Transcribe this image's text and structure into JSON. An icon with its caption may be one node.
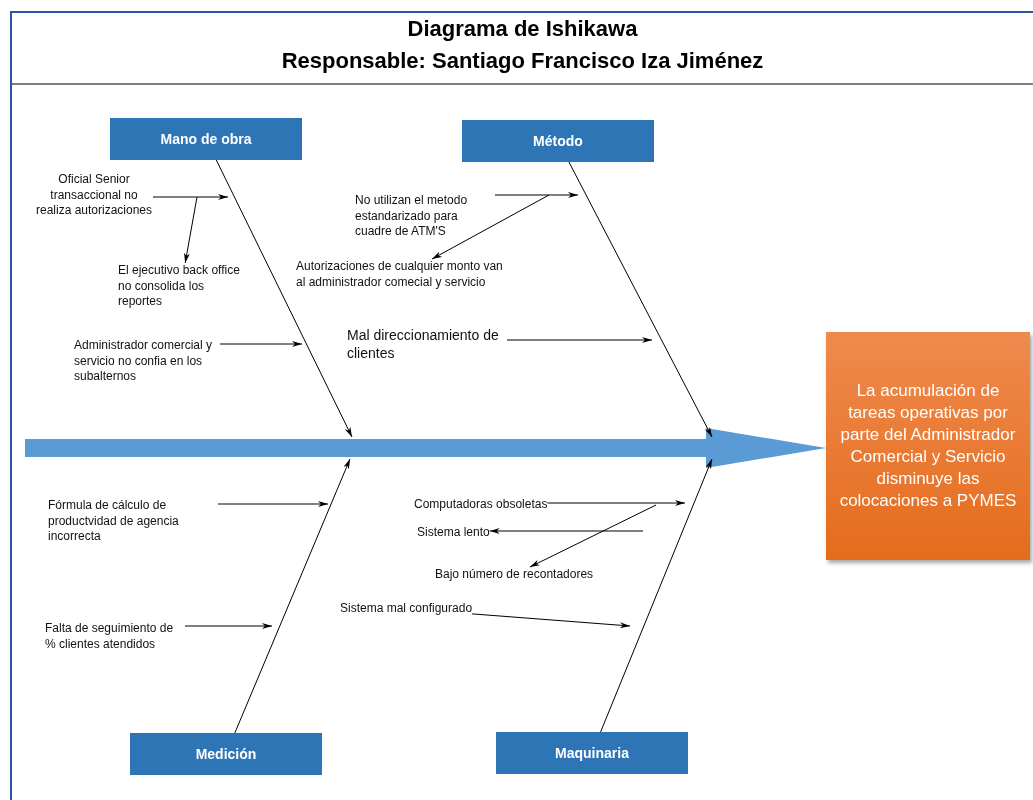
{
  "diagram": {
    "title": "Diagrama de Ishikawa",
    "labels": [
      "Responsable: Santiago Francisco Iza Jiménez"
    ],
    "nodes": [
      {
        "text": [
          "Mano de obra"
        ]
      },
      {
        "text": [
          "Método"
        ]
      },
      {
        "text": [
          "Medición"
        ]
      },
      {
        "text": [
          "Maquinaria"
        ]
      },
      {
        "text": [
          "La acumulación de tareas operativas por parte del Administrador Comercial y Servicio disminuye las colocaciones a PYMES"
        ]
      },
      {
        "text": [
          "Oficial Senior transaccional no realiza autorizaciones"
        ]
      },
      {
        "text": [
          "El ejecutivo back office no consolida los reportes"
        ]
      },
      {
        "text": [
          "Administrador comercial y servicio no confia en los subalternos"
        ]
      },
      {
        "text": [
          "No utilizan el metodo estandarizado para cuadre de ATM'S"
        ]
      },
      {
        "text": [
          "Autorizaciones de cualquier monto van al administrador comecial y servicio"
        ]
      },
      {
        "text": [
          "Mal direccionamiento de clientes"
        ]
      },
      {
        "text": [
          "Fórmula de cálculo de productvidad de agencia incorrecta"
        ]
      },
      {
        "text": [
          "Falta de seguimiento de % clientes atendidos"
        ]
      },
      {
        "text": [
          "Computadoras obsoletas"
        ]
      },
      {
        "text": [
          "Sistema lento"
        ]
      },
      {
        "text": [
          "Bajo número de recontadores"
        ]
      },
      {
        "text": [
          "Sistema mal configurado"
        ]
      }
    ],
    "edges": [
      {
        "from": null,
        "to": 4,
        "arrow": "to",
        "style": "thick",
        "color": "#5b9bd5"
      },
      {
        "from": 0,
        "to": null,
        "arrow": "to"
      },
      {
        "from": 1,
        "to": null,
        "arrow": "to"
      },
      {
        "from": 2,
        "to": null,
        "arrow": "to"
      },
      {
        "from": 3,
        "to": null,
        "arrow": "to"
      },
      {
        "from": 5,
        "to": null,
        "arrow": "to"
      },
      {
        "from": null,
        "to": 6,
        "arrow": "to"
      },
      {
        "from": 7,
        "to": null,
        "arrow": "to"
      },
      {
        "from": 8,
        "to": null,
        "arrow": "to"
      },
      {
        "from": null,
        "to": 9,
        "arrow": "to"
      },
      {
        "from": 10,
        "to": null,
        "arrow": "to"
      },
      {
        "from": 11,
        "to": null,
        "arrow": "to"
      },
      {
        "from": 12,
        "to": null,
        "arrow": "to"
      },
      {
        "from": 13,
        "to": null,
        "arrow": "to"
      },
      {
        "from": null,
        "to": 14,
        "arrow": "to"
      },
      {
        "from": null,
        "to": 15,
        "arrow": "to"
      },
      {
        "from": 16,
        "to": null,
        "arrow": "to"
      }
    ]
  }
}
